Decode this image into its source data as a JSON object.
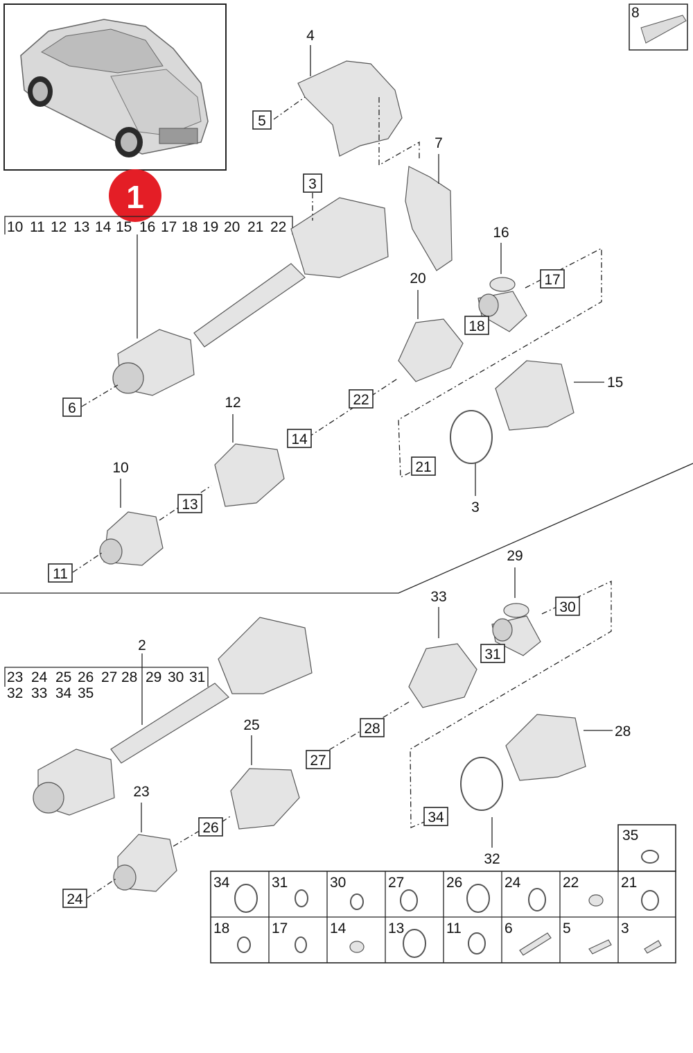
{
  "badge": {
    "label": "1",
    "color": "#e41e26"
  },
  "group1": {
    "numbers": [
      "10",
      "11",
      "12",
      "13",
      "14",
      "15",
      "16",
      "17",
      "18",
      "19",
      "20",
      "21",
      "22"
    ]
  },
  "group2": {
    "line1": [
      "23",
      "24",
      "25",
      "26",
      "27",
      "28",
      "29",
      "30",
      "31"
    ],
    "line2": [
      "32",
      "33",
      "34",
      "35"
    ]
  },
  "callouts_plain": {
    "c4": "4",
    "c7": "7",
    "c16": "16",
    "c20": "20",
    "c15": "15",
    "c12": "12",
    "c10": "10",
    "c3b": "3",
    "c29": "29",
    "c33": "33",
    "c2": "2",
    "c25": "25",
    "c23": "23",
    "c28b": "28",
    "c32": "32"
  },
  "callouts_boxed": {
    "b8": "8",
    "b5": "5",
    "b3": "3",
    "b17": "17",
    "b18": "18",
    "b6": "6",
    "b22": "22",
    "b14": "14",
    "b21": "21",
    "b13": "13",
    "b11": "11",
    "b30": "30",
    "b31": "31",
    "b28": "28",
    "b27": "27",
    "b26": "26",
    "b34": "34",
    "b24": "24"
  },
  "parts_table": {
    "top": "35",
    "row1": [
      "34",
      "31",
      "30",
      "27",
      "26",
      "24",
      "22",
      "21"
    ],
    "row2": [
      "18",
      "17",
      "14",
      "13",
      "11",
      "6",
      "5",
      "3"
    ]
  }
}
